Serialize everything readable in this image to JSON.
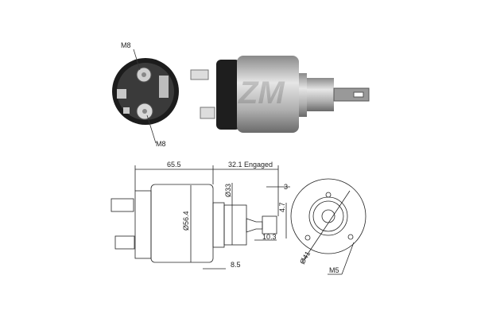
{
  "photo": {
    "end_view_labels": [
      "M8",
      "M8"
    ],
    "watermark": "ZM"
  },
  "drawing": {
    "dimensions": {
      "length": "65.5",
      "stroke": "32.1 Engaged",
      "body_diameter": "Ø56.4",
      "flange_diameter": "Ø33",
      "fork_offset": "3",
      "fork_width": "4.7",
      "fork_length": "10.3",
      "flange_depth": "8.5",
      "bolt_circle": "Ø41",
      "thread": "M5"
    }
  },
  "colors": {
    "line": "#222222",
    "body": "#b8b8b8",
    "cap": "#1a1a1a"
  }
}
